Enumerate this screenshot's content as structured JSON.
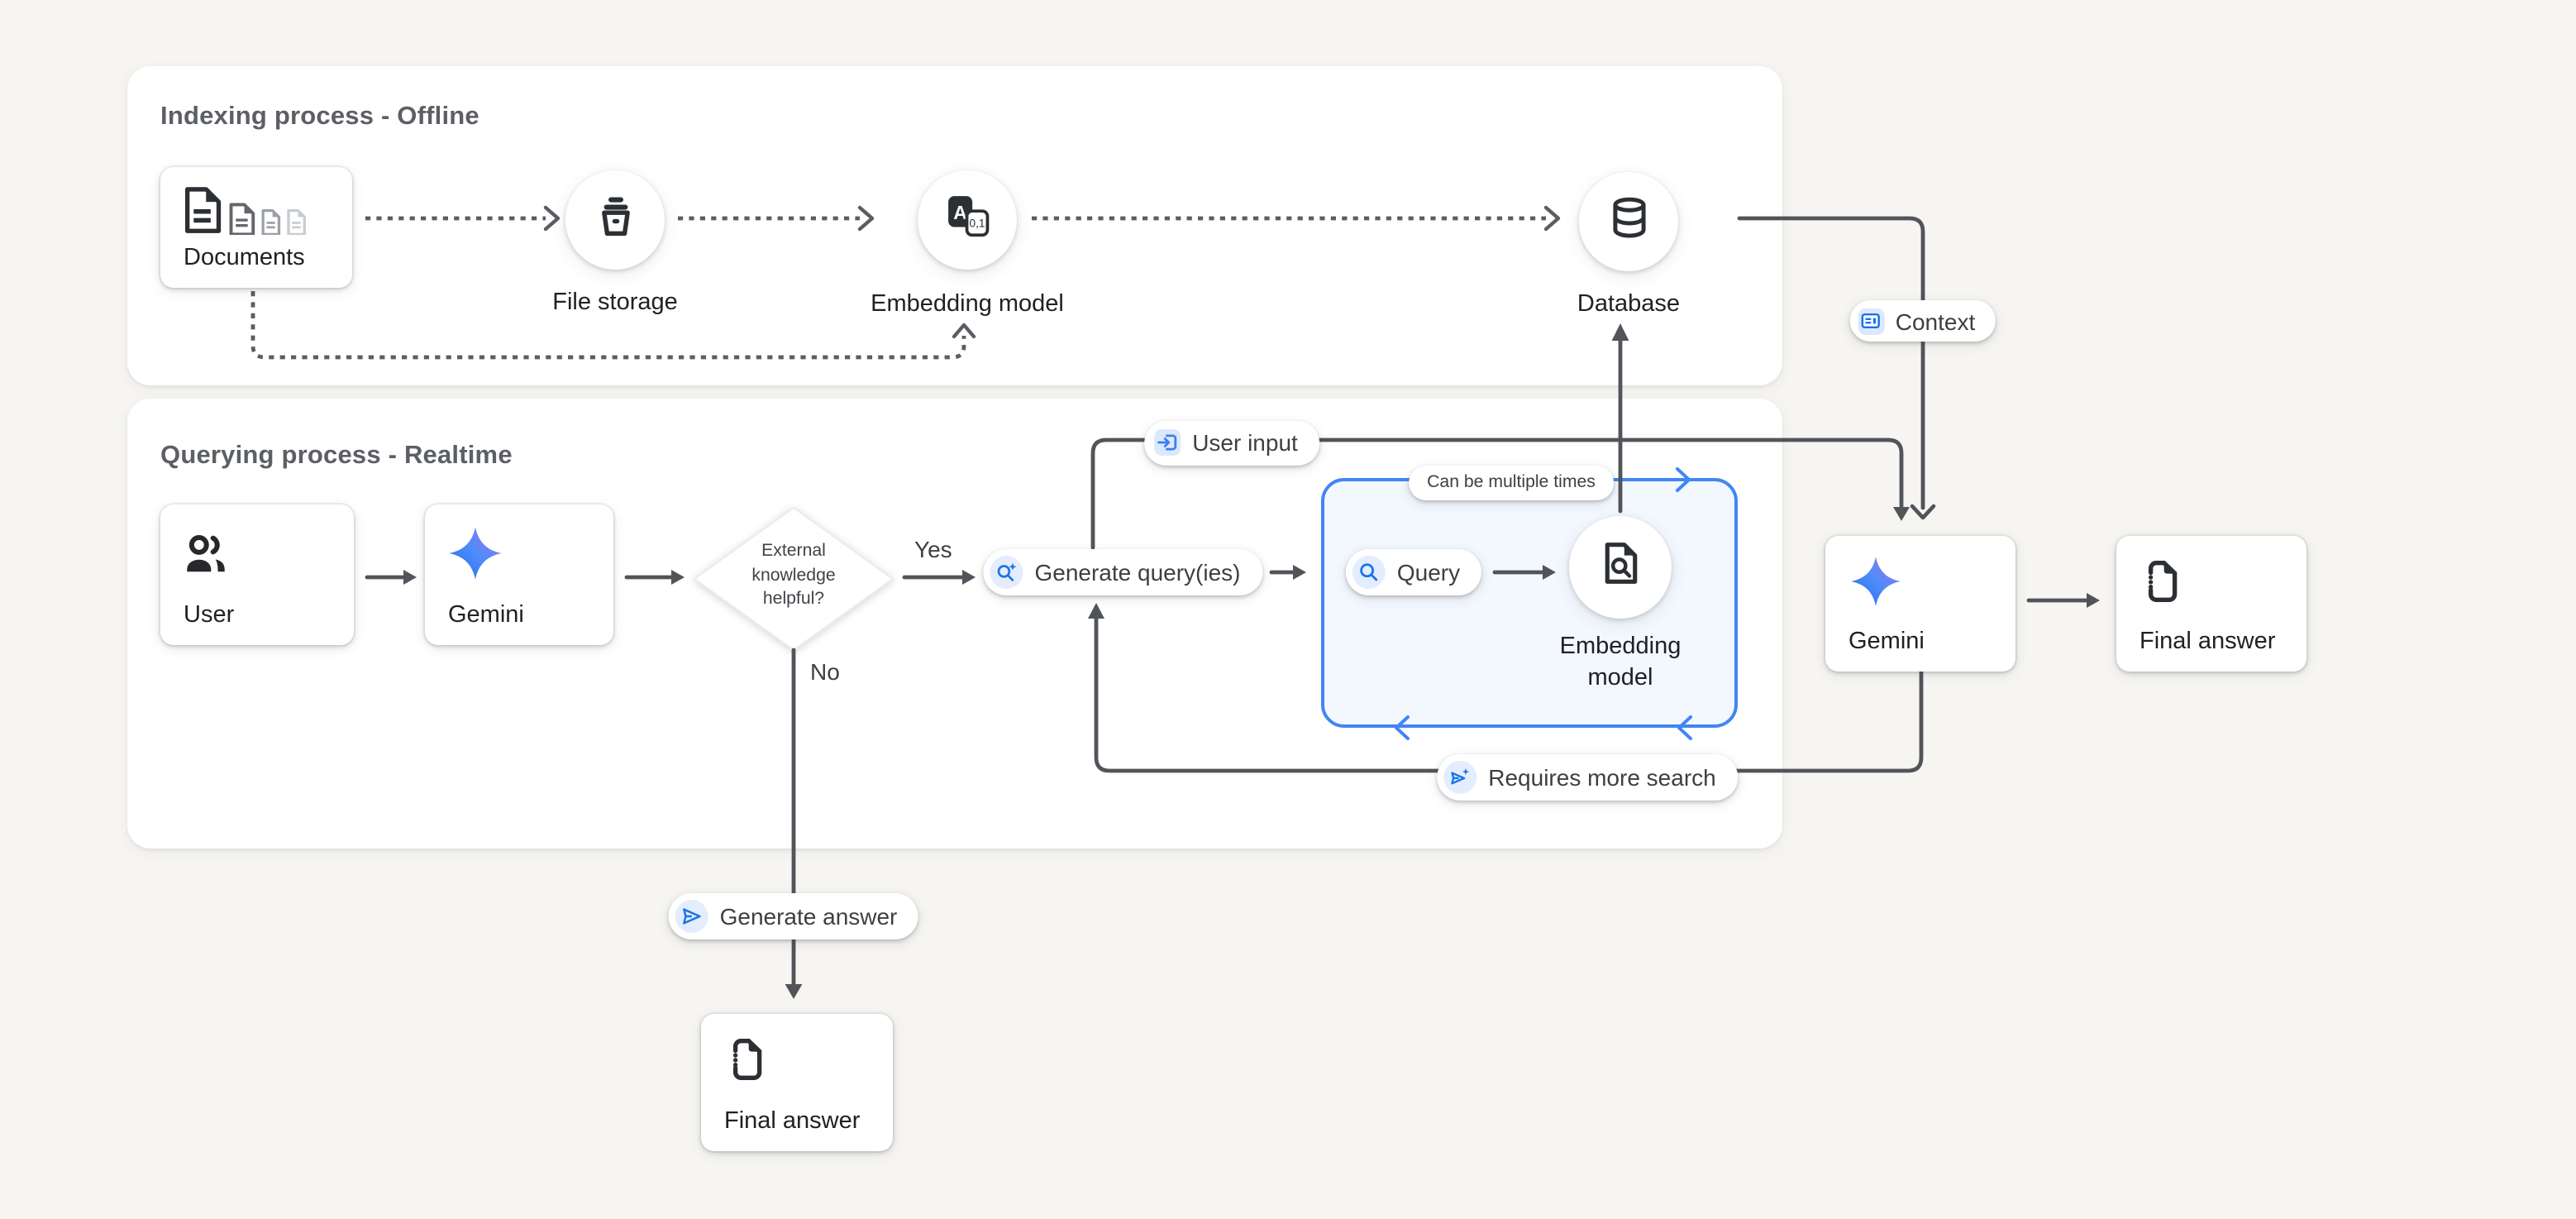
{
  "page": {
    "background": "#f6f5f2"
  },
  "sections": {
    "indexing": {
      "title": "Indexing process - Offline"
    },
    "querying": {
      "title": "Querying process - Realtime"
    }
  },
  "nodes": {
    "documents": {
      "label": "Documents"
    },
    "file_storage": {
      "label": "File storage"
    },
    "embedding_model_offline": {
      "label": "Embedding model"
    },
    "database": {
      "label": "Database"
    },
    "user": {
      "label": "User"
    },
    "gemini_left": {
      "label": "Gemini"
    },
    "decision": {
      "line1": "External",
      "line2": "knowledge",
      "line3": "helpful?"
    },
    "generate_queries": {
      "label": "Generate query(ies)"
    },
    "user_input": {
      "label": "User input"
    },
    "can_be_multiple_times": {
      "label": "Can be multiple times"
    },
    "query": {
      "label": "Query"
    },
    "embedding_model_query": {
      "line1": "Embedding",
      "line2": "model"
    },
    "context": {
      "label": "Context"
    },
    "requires_more_search": {
      "label": "Requires more search"
    },
    "gemini_right": {
      "label": "Gemini"
    },
    "final_answer_right": {
      "label": "Final answer"
    },
    "generate_answer": {
      "label": "Generate answer"
    },
    "final_answer_bottom": {
      "label": "Final answer"
    }
  },
  "edge_labels": {
    "yes": "Yes",
    "no": "No"
  },
  "icons": {
    "documents": "stacked-documents-icon",
    "file_storage": "storage-bucket-icon",
    "embedding_model_offline": "translate-a-to-numbers-icon",
    "database": "database-cylinder-icon",
    "user": "people-icon",
    "gemini": "gemini-star-icon",
    "generate_queries": "search-spark-icon",
    "user_input": "input-arrow-icon",
    "query": "search-icon",
    "embedding_model_query": "document-search-icon",
    "context": "article-icon",
    "requires_more_search": "send-spark-icon",
    "generate_answer": "send-icon",
    "final_answer": "dotted-document-icon"
  },
  "colors": {
    "canvas": "#f6f5f2",
    "card": "#ffffff",
    "line_dark": "#515459",
    "accent_blue": "#4285f4",
    "icon_blue": "#1a73e8",
    "chip_bg": "#e3edfd",
    "loop_fill": "#f3f8fe",
    "title_gray": "#5c5f63",
    "label_dark": "#202124"
  }
}
